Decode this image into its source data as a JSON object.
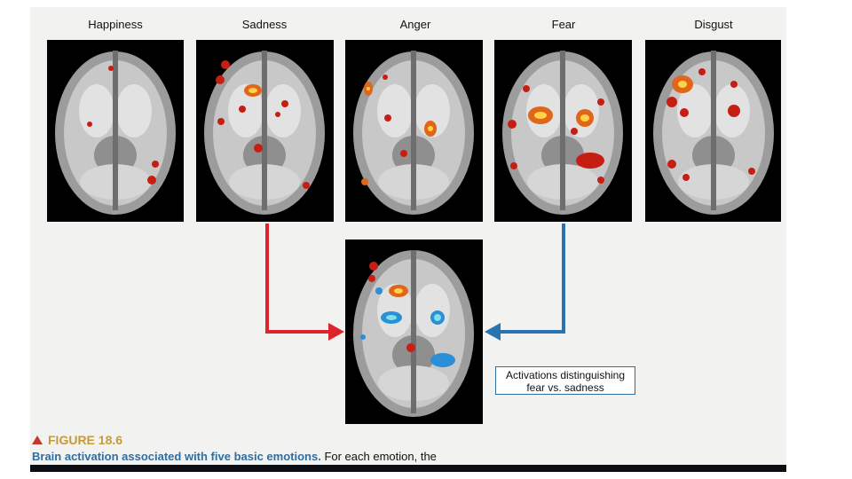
{
  "emotions": [
    "Happiness",
    "Sadness",
    "Anger",
    "Fear",
    "Disgust"
  ],
  "note": {
    "line1": "Activations distinguishing",
    "line2": "fear vs. sadness"
  },
  "figure": {
    "number": "FIGURE 18.6",
    "caption_bold": "Brain activation associated with five basic emotions.",
    "caption_rest": " For each emotion, the"
  },
  "colors": {
    "sadness_arrow": "#e0242b",
    "fear_arrow": "#2a73b0",
    "figure_number": "#c49a3c",
    "caption_bold": "#2f6ea1",
    "activation_hot": "#ffd24a",
    "activation_red": "#c61e12",
    "activation_blue": "#2a8fd6"
  }
}
